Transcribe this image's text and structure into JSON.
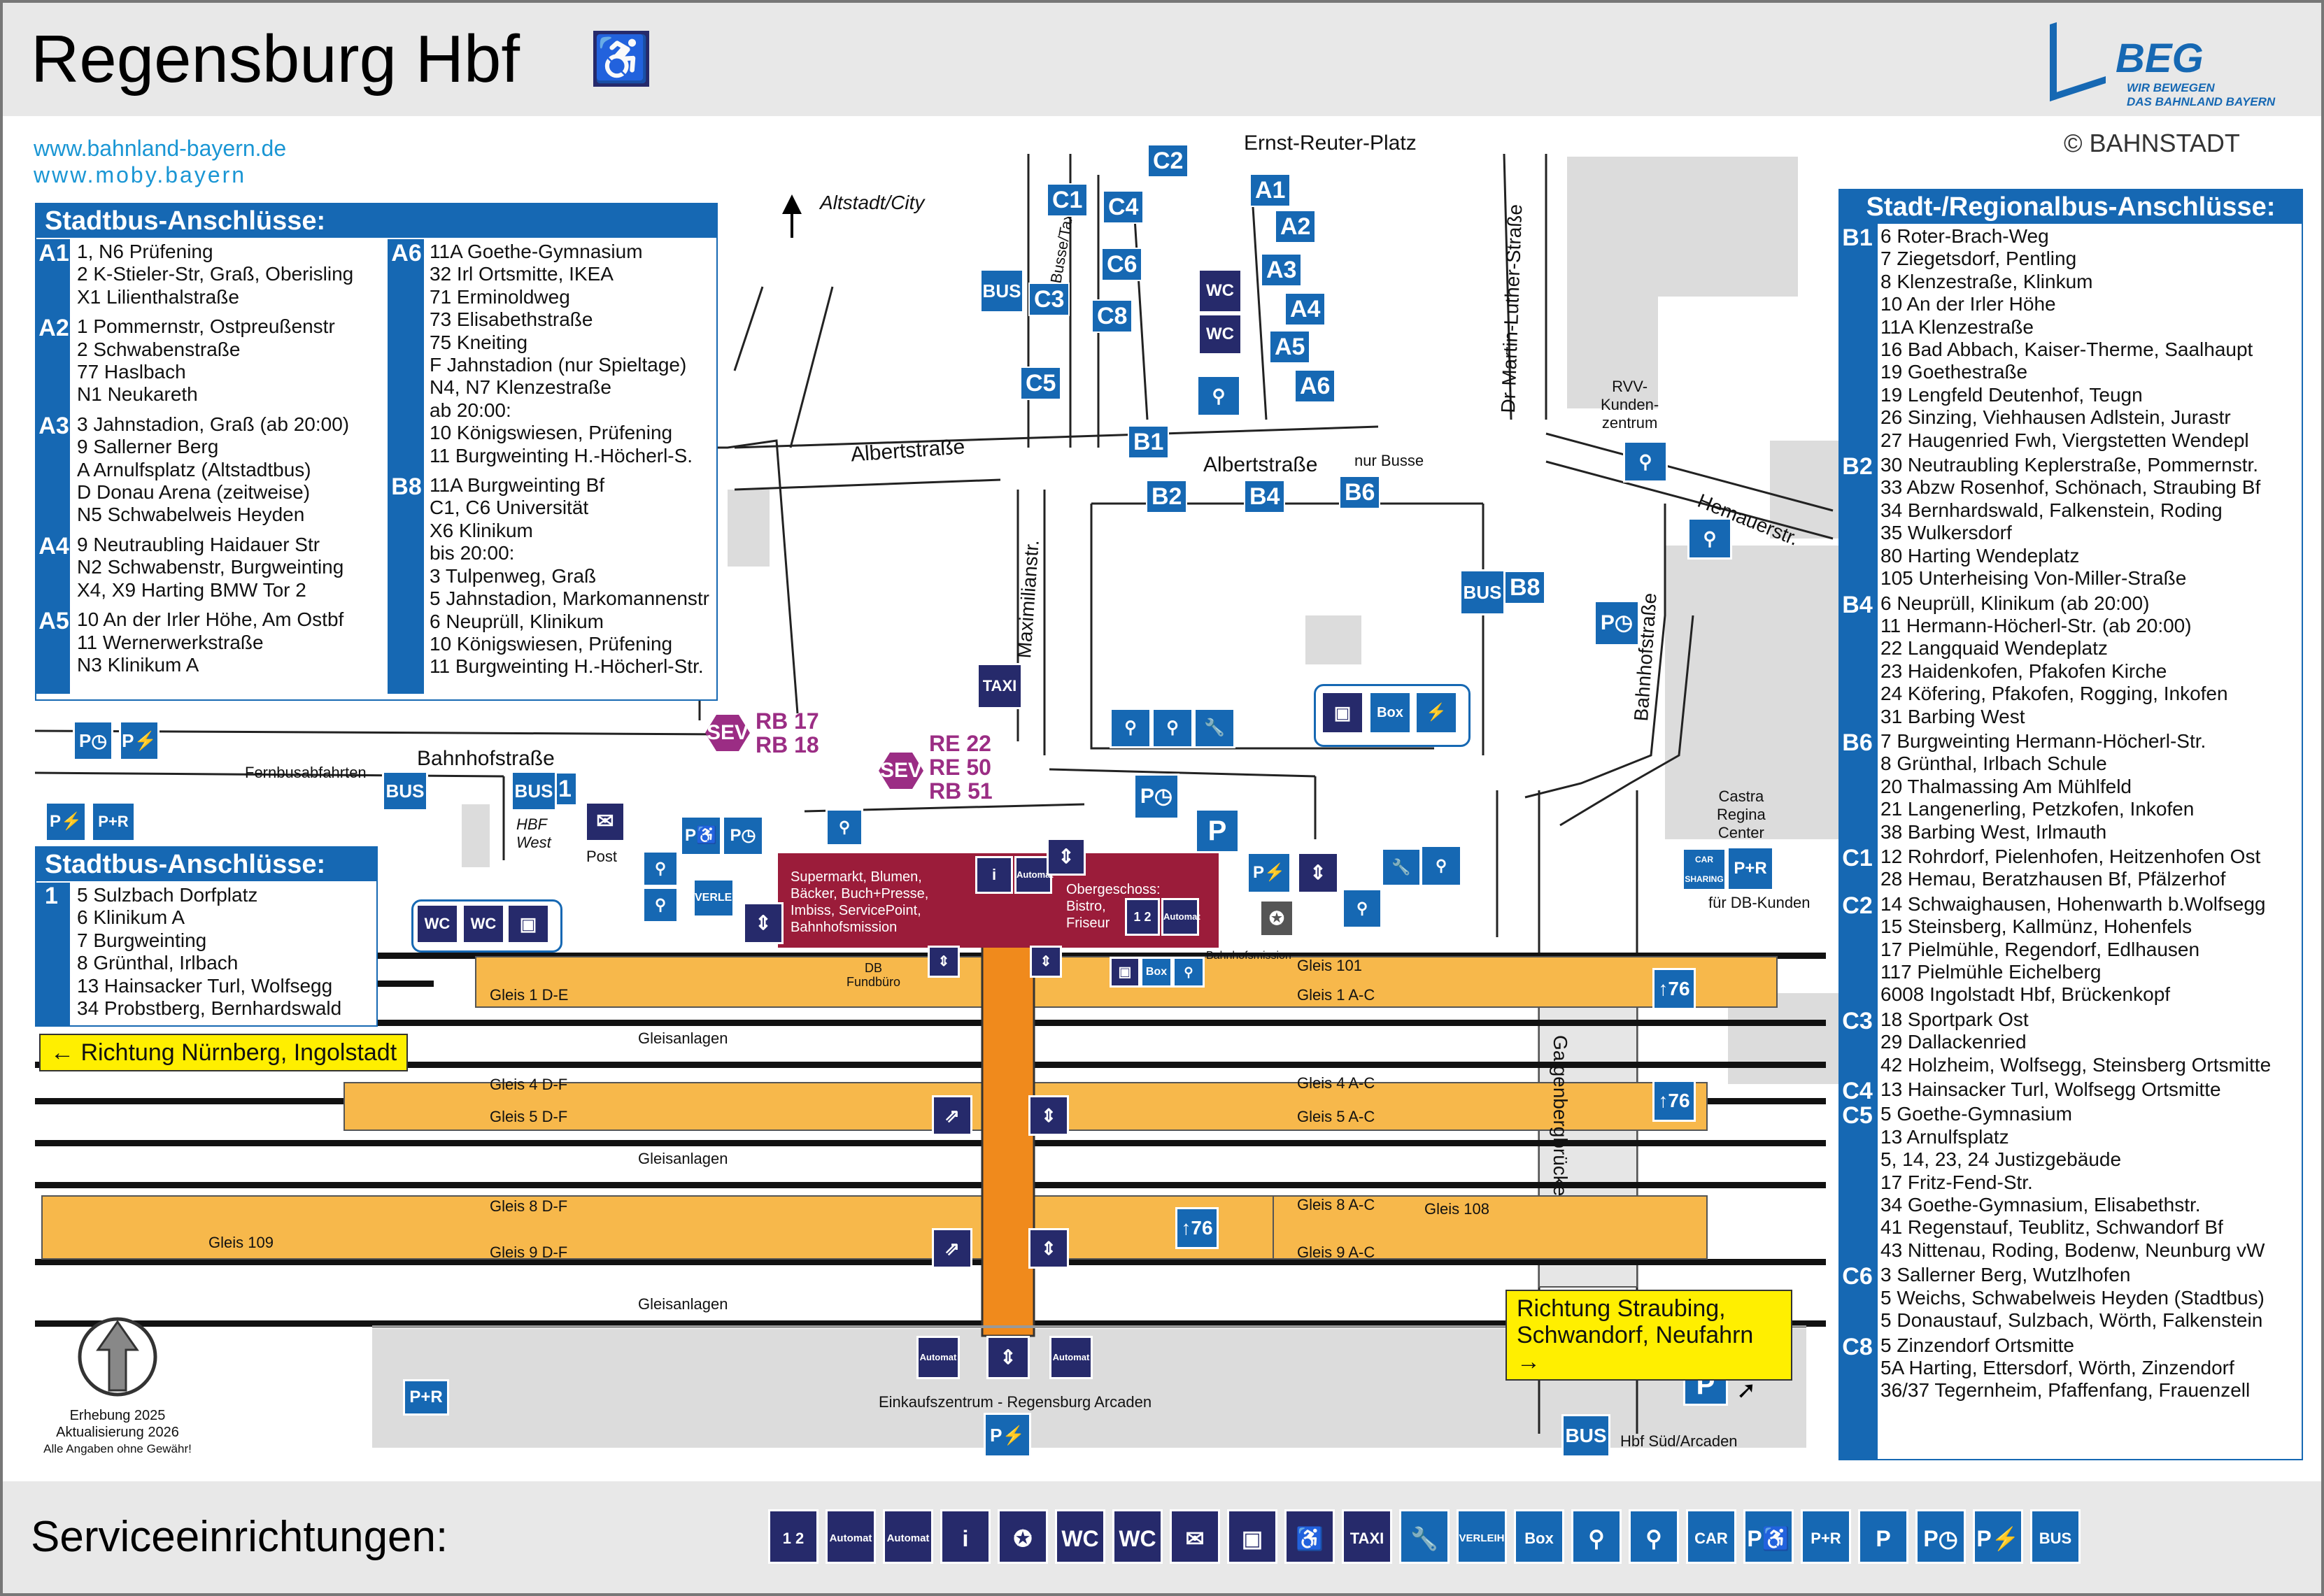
{
  "header": {
    "title": "Regensburg Hbf",
    "logo_text": "BEG",
    "logo_sub_1": "WIR BEWEGEN",
    "logo_sub_2": "DAS BAHNLAND BAYERN",
    "accessible_icon": "wheelchair-icon"
  },
  "links": {
    "url1": "www.bahnland-bayern.de",
    "url2": "www.moby.bayern",
    "copyright": "© BAHNSTADT"
  },
  "stadtbus_a": {
    "heading": "Stadtbus-Anschlüsse:",
    "left": [
      {
        "code": "A1",
        "lines": [
          "1, N6 Prüfening",
          "2 K-Stieler-Str, Graß, Oberisling",
          "X1 Lilienthalstraße"
        ]
      },
      {
        "code": "A2",
        "lines": [
          "1 Pommernstr, Ostpreußenstr",
          "2 Schwabenstraße",
          "77 Haslbach",
          "N1 Neukareth"
        ]
      },
      {
        "code": "A3",
        "lines": [
          "3 Jahnstadion, Graß (ab 20:00)",
          "9 Sallerner Berg",
          "A Arnulfsplatz (Altstadtbus)",
          "D Donau Arena (zeitweise)",
          "N5 Schwabelweis Heyden"
        ]
      },
      {
        "code": "A4",
        "lines": [
          "9 Neutraubling Haidauer Str",
          "N2 Schwabenstr, Burgweinting",
          "X4, X9 Harting BMW Tor 2"
        ]
      },
      {
        "code": "A5",
        "lines": [
          "10 An der Irler Höhe, Am Ostbf",
          "11 Wernerwerkstraße",
          "N3 Klinikum A"
        ]
      }
    ],
    "right": [
      {
        "code": "A6",
        "lines": [
          "11A Goethe-Gymnasium",
          "32 Irl Ortsmitte, IKEA",
          "71 Erminoldweg",
          "73 Elisabethstraße",
          "75 Kneiting",
          "F  Jahnstadion (nur Spieltage)",
          "N4, N7 Klenzestraße",
          "ab 20:00:",
          "10 Königswiesen, Prüfening",
          "11 Burgweinting H.-Höcherl-S."
        ]
      },
      {
        "code": "B8",
        "lines": [
          "11A Burgweinting Bf",
          "C1, C6 Universität",
          "X6 Klinikum",
          "bis 20:00:",
          "3 Tulpenweg, Graß",
          "5 Jahnstadion, Markomannenstr",
          "6 Neuprüll, Klinikum",
          "10 Königswiesen, Prüfening",
          "11 Burgweinting H.-Höcherl-Str."
        ]
      }
    ]
  },
  "stadtbus_1": {
    "heading": "Stadtbus-Anschlüsse:",
    "code": "1",
    "lines": [
      "5 Sulzbach Dorfplatz",
      "6 Klinikum A",
      "7 Burgweinting",
      "8 Grünthal, Irlbach",
      "13 Hainsacker Turl, Wolfsegg",
      "34 Probstberg, Bernhardswald"
    ]
  },
  "regional": {
    "heading": "Stadt-/Regionalbus-Anschlüsse:",
    "groups": [
      {
        "code": "B1",
        "lines": [
          "6 Roter-Brach-Weg",
          "7 Ziegetsdorf, Pentling",
          "8 Klenzestraße, Klinkum",
          "10 An der Irler Höhe",
          "11A Klenzestraße",
          "16 Bad Abbach, Kaiser-Therme, Saalhaupt",
          "19 Goethestraße",
          "19 Lengfeld Deutenhof, Teugn",
          "26 Sinzing, Viehhausen Adlstein, Jurastr",
          "27 Haugenried Fwh, Viergstetten Wendepl"
        ]
      },
      {
        "code": "B2",
        "lines": [
          "30 Neutraubling Keplerstraße, Pommernstr.",
          "33 Abzw Rosenhof, Schönach, Straubing Bf",
          "34 Bernhardswald, Falkenstein, Roding",
          "35 Wulkersdorf",
          "80 Harting Wendeplatz",
          "105 Unterheising Von-Miller-Straße"
        ]
      },
      {
        "code": "B4",
        "lines": [
          "6 Neuprüll, Klinikum (ab 20:00)",
          "11 Hermann-Höcherl-Str. (ab 20:00)",
          "22 Langquaid Wendeplatz",
          "23 Haidenkofen, Pfakofen Kirche",
          "24 Köfering, Pfakofen, Rogging, Inkofen",
          "31 Barbing West"
        ]
      },
      {
        "code": "B6",
        "lines": [
          "7 Burgweinting Hermann-Höcherl-Str.",
          "8 Grünthal, Irlbach Schule",
          "20 Thalmassing Am Mühlfeld",
          "21 Langenerling, Petzkofen, Inkofen",
          "38 Barbing West, Irlmauth"
        ]
      },
      {
        "code": "C1",
        "lines": [
          "12 Rohrdorf, Pielenhofen, Heitzenhofen Ost",
          "28 Hemau, Beratzhausen Bf, Pfälzerhof"
        ]
      },
      {
        "code": "C2",
        "lines": [
          "14 Schwaighausen, Hohenwarth b.Wolfsegg",
          "15 Steinsberg, Kallmünz, Hohenfels",
          "17 Pielmühle, Regendorf, Edlhausen",
          "117 Pielmühle Eichelberg",
          "6008 Ingolstadt Hbf, Brückenkopf"
        ]
      },
      {
        "code": "C3",
        "lines": [
          "18 Sportpark Ost",
          "29 Dallackenried",
          "42 Holzheim, Wolfsegg, Steinsberg Ortsmitte"
        ]
      },
      {
        "code": "C4",
        "lines": [
          "13 Hainsacker Turl, Wolfsegg Ortsmitte"
        ]
      },
      {
        "code": "C5",
        "lines": [
          "5 Goethe-Gymnasium",
          "13 Arnulfsplatz",
          "5, 14, 23, 24 Justizgebäude",
          "17 Fritz-Fend-Str.",
          "34 Goethe-Gymnasium, Elisabethstr.",
          "41 Regenstauf, Teublitz, Schwandorf Bf",
          "43 Nittenau, Roding, Bodenw, Neunburg vW"
        ]
      },
      {
        "code": "C6",
        "lines": [
          "3 Sallerner Berg, Wutzlhofen",
          "5 Weichs, Schwabelweis Heyden (Stadtbus)",
          "5 Donaustauf, Sulzbach, Wörth, Falkenstein"
        ]
      },
      {
        "code": "C8",
        "lines": [
          "5 Zinzendorf Ortsmitte",
          "5A Harting, Ettersdorf, Wörth, Zinzendorf",
          "36/37 Tegernheim, Pfaffenfang, Frauenzell"
        ]
      }
    ]
  },
  "map": {
    "streets": {
      "ernst": "Ernst-Reuter-Platz",
      "altstadt": "Altstadt/City",
      "albert1": "Albertstraße",
      "albert2": "Albertstraße",
      "nurbusse": "nur Busse",
      "nurbussetaxi": "nur Busse/Taxi",
      "maxi": "Maximilianstr.",
      "dml": "Dr-Martin-Luther-Straße",
      "hemauer": "Hemauerstr.",
      "bahnhof": "Bahnhofstraße",
      "bahnhof2": "Bahnhofstraße",
      "galgen": "Galgenbergbrücke",
      "fernbus": "Fernbusabfahrten",
      "rvv": "RVV-\nKunden-\nzentrum",
      "castra": "Castra\nRegina\nCenter",
      "fuerdb": "für DB-Kunden",
      "post": "Post",
      "hbfwest": "HBF\nWest",
      "hbfsued": "Hbf Süd/Arcaden",
      "arcaden": "Einkaufszentrum - Regensburg Arcaden"
    },
    "bay_codes": [
      "A1",
      "A2",
      "A3",
      "A4",
      "A5",
      "A6",
      "C1",
      "C2",
      "C3",
      "C4",
      "C5",
      "C6",
      "C8",
      "B1",
      "B2",
      "B4",
      "B6",
      "B8",
      "1"
    ],
    "sev": {
      "l1": "RB 17",
      "l2": "RB 18",
      "r1": "RE 22",
      "r2": "RE 50",
      "r3": "RB 51",
      "badge": "SEV"
    },
    "shops": {
      "a": "Supermarkt, Blumen,\nBäcker, Buch+Presse,\nImbiss, ServicePoint,\nBahnhofsmission",
      "b": "Obergeschoss:\nBistro,\nFriseur",
      "fundbuero": "DB\nFundbüro",
      "mission": "Bahnhofsmission"
    },
    "tracks": {
      "g101": "Gleis 101",
      "g1de": "Gleis 1 D-E",
      "g1ac": "Gleis 1 A-C",
      "g4df": "Gleis 4 D-F",
      "g5df": "Gleis 5 D-F",
      "g4ac": "Gleis 4 A-C",
      "g5ac": "Gleis 5 A-C",
      "g8df": "Gleis 8 D-F",
      "g9df": "Gleis 9 D-F",
      "g8ac": "Gleis 8 A-C",
      "g9ac": "Gleis 9 A-C",
      "g108": "Gleis 108",
      "g109": "Gleis 109",
      "anl1": "Gleisanlagen",
      "anl2": "Gleisanlagen",
      "anl3": "Gleisanlagen",
      "u76": "76"
    },
    "dir_west": "Richtung Nürnberg, Ingolstadt",
    "dir_east1": "Richtung Straubing,",
    "dir_east2": "Schwandorf, Neufahrn",
    "survey": [
      "Erhebung 2025",
      "Aktualisierung 2026",
      "Alle Angaben ohne Gewähr!"
    ]
  },
  "services": {
    "label": "Serviceeinrichtungen:",
    "icons": [
      {
        "name": "ticket-machine-icon",
        "text": "1 2"
      },
      {
        "name": "automat-fernverkehr-icon",
        "text": "Automat"
      },
      {
        "name": "automat-nahverkehr-icon",
        "text": "Automat"
      },
      {
        "name": "info-desk-icon",
        "text": "i"
      },
      {
        "name": "police-icon",
        "text": "✪"
      },
      {
        "name": "accessible-wc-icon",
        "text": "WC"
      },
      {
        "name": "wc-icon",
        "text": "WC"
      },
      {
        "name": "mail-icon",
        "text": "✉"
      },
      {
        "name": "luggage-icon",
        "text": "▣"
      },
      {
        "name": "elevator-icon",
        "text": "♿"
      },
      {
        "name": "taxi-icon",
        "text": "TAXI"
      },
      {
        "name": "bike-repair-icon",
        "text": "🔧"
      },
      {
        "name": "bike-rental-icon",
        "text": "VERLEIH"
      },
      {
        "name": "bike-box-icon",
        "text": "Box"
      },
      {
        "name": "bike-parking-icon",
        "text": "⚲"
      },
      {
        "name": "bike-parking-2-icon",
        "text": "⚲"
      },
      {
        "name": "car-sharing-icon",
        "text": "CAR"
      },
      {
        "name": "disabled-parking-icon",
        "text": "P♿"
      },
      {
        "name": "park-and-ride-icon",
        "text": "P+R"
      },
      {
        "name": "parking-icon",
        "text": "P"
      },
      {
        "name": "short-parking-icon",
        "text": "P◷"
      },
      {
        "name": "ev-parking-icon",
        "text": "P⚡"
      },
      {
        "name": "bus-icon",
        "text": "BUS"
      }
    ]
  },
  "colors": {
    "blue": "#1668b3",
    "navy": "#262a6b",
    "platform": "#f7b84b",
    "bridge": "#f08a1c",
    "sev": "#9b2d84",
    "shop": "#9b1c3a",
    "yellow": "#ffef00"
  }
}
